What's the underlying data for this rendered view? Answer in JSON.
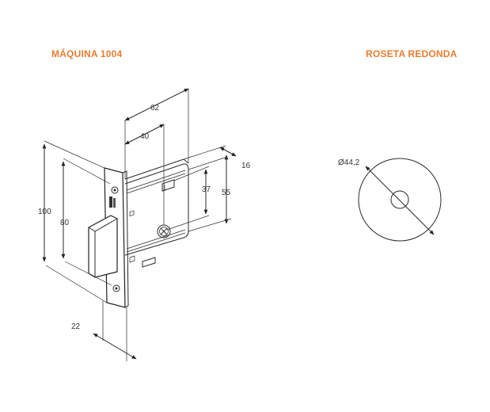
{
  "titles": {
    "left": "MÁQUINA 1004",
    "right": "ROSETA REDONDA"
  },
  "dimensions": {
    "d62": "62",
    "d40": "40",
    "d16": "16",
    "d37": "37",
    "d55": "55",
    "d100": "100",
    "d80": "80",
    "d22": "22",
    "diameter": "Ø44,2"
  },
  "colors": {
    "accent": "#ea7b2d",
    "line": "#2a2a2a"
  }
}
